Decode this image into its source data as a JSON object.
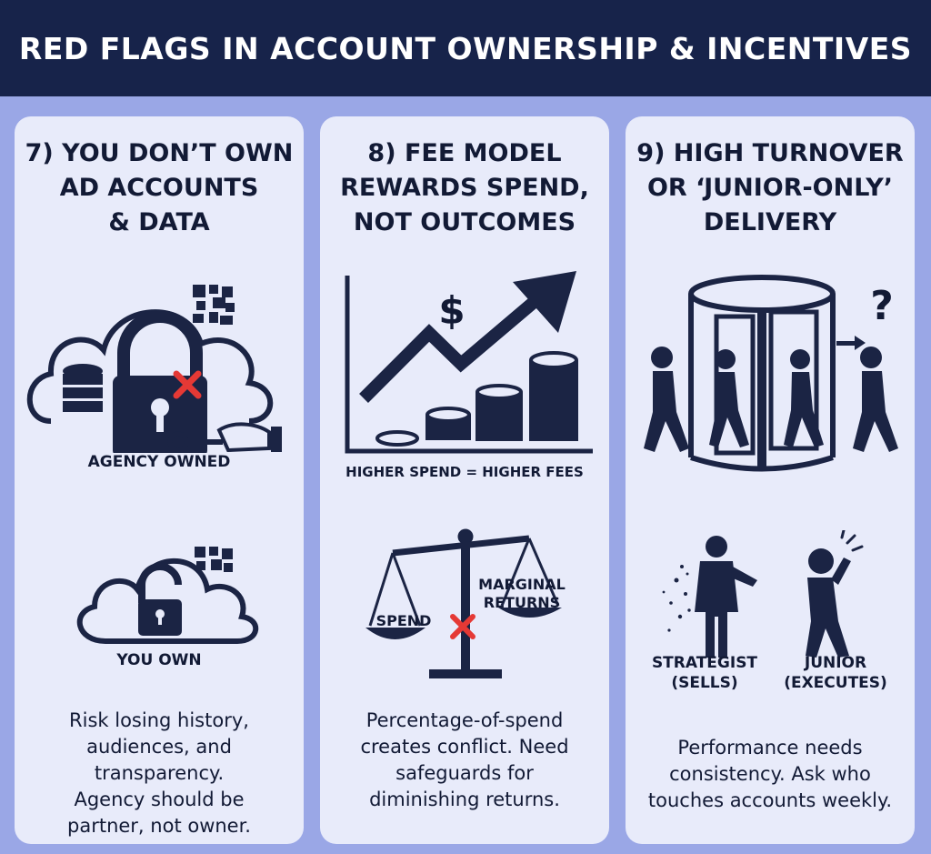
{
  "header": {
    "title": "RED FLAGS IN ACCOUNT OWNERSHIP & INCENTIVES"
  },
  "cards": [
    {
      "title_lines": [
        "7) YOU DON’T OWN",
        "AD ACCOUNTS",
        "& DATA"
      ],
      "figure1_caption": "AGENCY OWNED",
      "figure2_caption": "YOU OWN",
      "body_lines": [
        "Risk losing history,",
        "audiences, and",
        "transparency.",
        "Agency should be",
        "partner, not owner."
      ]
    },
    {
      "title_lines": [
        "8) FEE MODEL",
        "REWARDS SPEND,",
        "NOT OUTCOMES"
      ],
      "figure1_caption": "HIGHER SPEND = HIGHER FEES",
      "scale_left_label": "SPEND",
      "scale_right_label_lines": [
        "MARGINAL",
        "RETURNS"
      ],
      "body_lines": [
        "Percentage-of-spend",
        "creates conflict. Need",
        "safeguards for",
        "diminishing returns."
      ]
    },
    {
      "title_lines": [
        "9) HIGH TURNOVER",
        "OR ‘JUNIOR-ONLY’",
        "DELIVERY"
      ],
      "strategist_label_lines": [
        "STRATEGIST",
        "(SELLS)"
      ],
      "junior_label_lines": [
        "JUNIOR",
        "(EXECUTES)"
      ],
      "body_lines": [
        "Performance needs",
        "consistency. Ask who",
        "touches accounts weekly."
      ]
    }
  ],
  "icons": {
    "card1": [
      "cloud-icon",
      "database-icon",
      "padlock-locked-icon",
      "red-x-icon",
      "hand-key-icon",
      "qr-code-icon",
      "padlock-unlocked-icon"
    ],
    "card2": [
      "growth-chart-icon",
      "dollar-icon",
      "coin-stacks-icon",
      "balance-scale-icon",
      "red-x-icon"
    ],
    "card3": [
      "revolving-door-icon",
      "walking-person-icon",
      "question-mark-icon",
      "strategist-icon",
      "stressed-junior-icon"
    ]
  },
  "colors": {
    "header_bg": "#17234a",
    "accent_red": "#e53935",
    "icon_navy": "#1b2444"
  }
}
